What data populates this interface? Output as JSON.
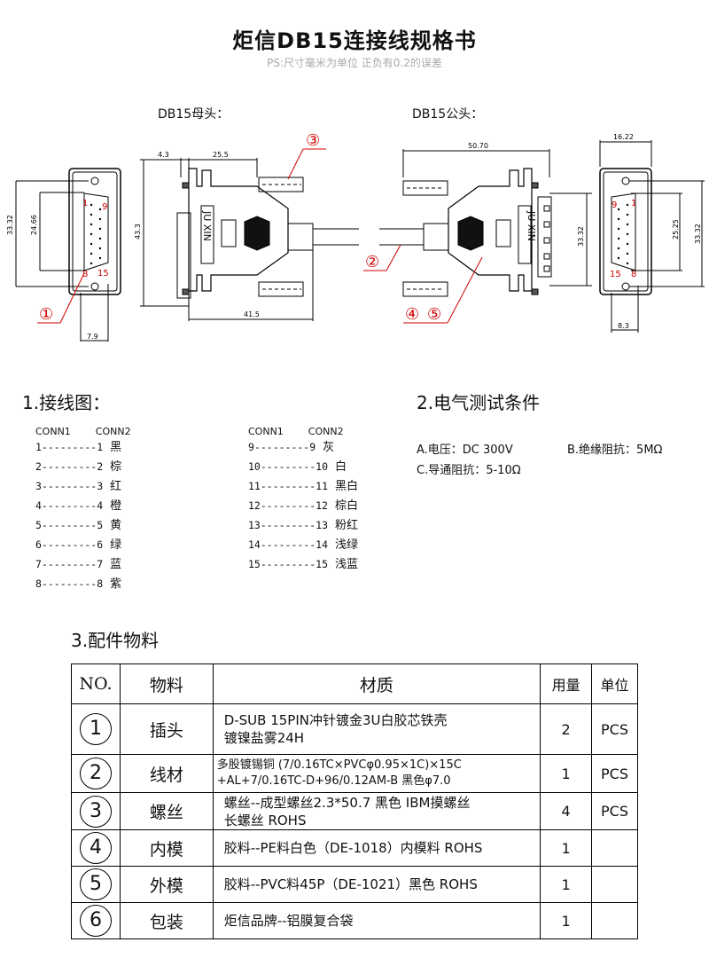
{
  "title": "炬信DB15连接线规格书",
  "subtitle": "PS:尺寸毫米为单位 正负有0.2的误差",
  "diagram": {
    "female_label": "DB15母头：",
    "male_label": "DB15公头：",
    "dims": {
      "f_h1": "33.32",
      "f_h2": "24.66",
      "f_w": "7.9",
      "f_a": "4.3",
      "f_b": "25.5",
      "f_h3": "43.3",
      "f_len": "41.5",
      "m_len": "50.70",
      "m_h": "33.32",
      "m_w": "16.22",
      "m_h2": "25.25",
      "m_h3": "33.32",
      "m_w2": "8.3"
    },
    "brand": "JU XIN",
    "callouts": [
      "①",
      "②",
      "③",
      "④",
      "⑤"
    ],
    "pins": {
      "f_tl": "1",
      "f_tr": "9",
      "f_bl": "8",
      "f_br": "15",
      "m_tl": "9",
      "m_tr": "1",
      "m_bl": "15",
      "m_br": "8"
    },
    "callout_color": "#d00000"
  },
  "wiring": {
    "title": "1.接线图：",
    "header": [
      "CONN1",
      "CONN2"
    ],
    "left": [
      [
        "1---------1",
        "黑"
      ],
      [
        "2---------2",
        "棕"
      ],
      [
        "3---------3",
        "红"
      ],
      [
        "4---------4",
        "橙"
      ],
      [
        "5---------5",
        "黄"
      ],
      [
        "6---------6",
        "绿"
      ],
      [
        "7---------7",
        "蓝"
      ],
      [
        "8---------8",
        "紫"
      ]
    ],
    "right": [
      [
        "9---------9",
        "灰"
      ],
      [
        "10---------10",
        "白"
      ],
      [
        "11---------11",
        "黑白"
      ],
      [
        "12---------12",
        "棕白"
      ],
      [
        "13---------13",
        "粉红"
      ],
      [
        "14---------14",
        "浅绿"
      ],
      [
        "15---------15",
        "浅蓝"
      ]
    ]
  },
  "electrical": {
    "title": "2.电气测试条件",
    "voltage": "A.电压：DC 300V",
    "insulation": "B.绝缘阻抗：5MΩ",
    "conduction": "C.导通阻抗：5-10Ω"
  },
  "materials": {
    "title": "3.配件物料",
    "headers": [
      "NO.",
      "物料",
      "材质",
      "用量",
      "单位"
    ],
    "rows": [
      {
        "no": "1",
        "name": "插头",
        "mat": [
          "D-SUB 15PIN冲针镀金3U白胶芯铁壳",
          "镀镍盐雾24H"
        ],
        "qty": "2",
        "unit": "PCS"
      },
      {
        "no": "2",
        "name": "线材",
        "mat": [
          "多股镀锡铜 (7/0.16TC×PVCφ0.95×1C)×15C",
          "+AL+7/0.16TC-D+96/0.12AM-B 黑色φ7.0"
        ],
        "qty": "1",
        "unit": "PCS"
      },
      {
        "no": "3",
        "name": "螺丝",
        "mat": [
          "螺丝--成型螺丝2.3*50.7 黑色 IBM摸螺丝",
          "长螺丝 ROHS"
        ],
        "qty": "4",
        "unit": "PCS"
      },
      {
        "no": "4",
        "name": "内模",
        "mat": [
          "胶料--PE料白色（DE-1018）内模料 ROHS"
        ],
        "qty": "1",
        "unit": ""
      },
      {
        "no": "5",
        "name": "外模",
        "mat": [
          "胶料--PVC料45P（DE-1021）黑色 ROHS"
        ],
        "qty": "1",
        "unit": ""
      },
      {
        "no": "6",
        "name": "包装",
        "mat": [
          "炬信品牌--铝膜复合袋"
        ],
        "qty": "1",
        "unit": ""
      }
    ]
  }
}
